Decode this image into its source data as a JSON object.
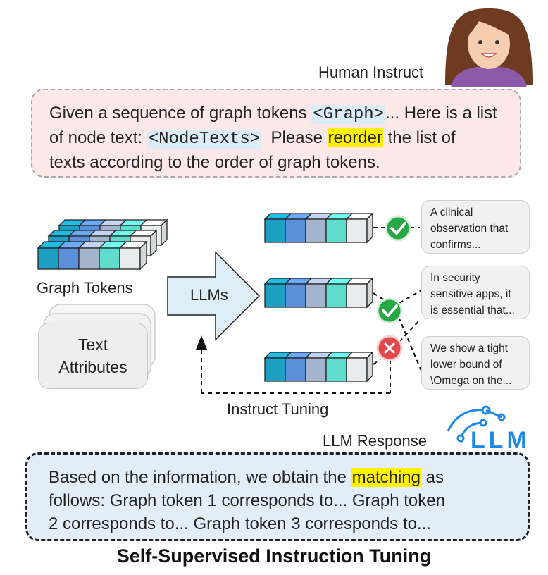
{
  "human_instruct": {
    "label": "Human Instruct",
    "line1_pre": "Given a sequence of graph tokens ",
    "graph_token": "<Graph>",
    "line1_post": "... Here is a list",
    "line2_pre": "of node text: ",
    "node_texts_token": "<NodeTexts>",
    "line2_mid": "  Please ",
    "reorder_word": "reorder",
    "line2_post": " the list of",
    "line3": "texts according to the order of graph tokens."
  },
  "left_panel": {
    "graph_tokens_label": "Graph Tokens",
    "text_attributes_line1": "Text",
    "text_attributes_line2": "Attributes"
  },
  "llms_label": "LLMs",
  "callouts": [
    {
      "line1": "A clinical",
      "line2": "observation that",
      "line3": "confirms..."
    },
    {
      "line1": "In security",
      "line2": "sensitive apps, it",
      "line3": "is essential that..."
    },
    {
      "line1": "We show a tight",
      "line2": "lower bound of",
      "line3": "\\Omega on the..."
    }
  ],
  "status_icons": [
    "check-icon",
    "check-icon",
    "cross-icon"
  ],
  "instruct_tuning_label": "Instruct Tuning",
  "llm_response": {
    "label": "LLM Response",
    "logo_text": "LLM",
    "line1_pre": "Based on the information, we obtain the ",
    "matching_word": "matching",
    "line1_post": " as",
    "line2": "follows: Graph token 1 corresponds to... Graph token",
    "line3": "2 corresponds to... Graph token 3 corresponds to..."
  },
  "title": "Self-Supervised Instruction Tuning",
  "colors": {
    "token_palette": [
      "#1c9fc0",
      "#5b8fd9",
      "#a4b4cc",
      "#5fdccb",
      "#e9ecec"
    ],
    "check": "#27a844",
    "cross": "#e2474c",
    "instruct_bg": "#fde8e8",
    "response_bg": "#e3edf9",
    "highlight": "#fff200",
    "logo_blue": "#1e88e5"
  }
}
